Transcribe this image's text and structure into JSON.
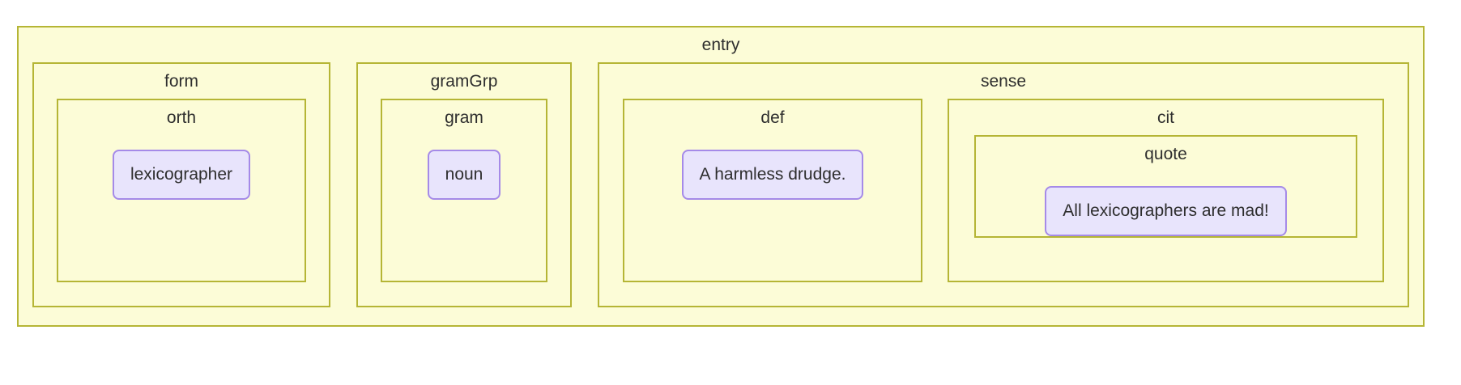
{
  "diagram": {
    "type": "nested-xml-element-tree",
    "root_label": "entry",
    "colors": {
      "node_border": "#b5b535",
      "node_fill": "#fcfcd7",
      "leaf_border": "#a58ae8",
      "leaf_fill": "#e8e4fc",
      "text": "#2e2e2e",
      "canvas": "#ffffff"
    }
  },
  "entry": {
    "label": "entry",
    "form": {
      "label": "form",
      "orth": {
        "label": "orth",
        "value": "lexicographer"
      }
    },
    "gramGrp": {
      "label": "gramGrp",
      "gram": {
        "label": "gram",
        "value": "noun"
      }
    },
    "sense": {
      "label": "sense",
      "def": {
        "label": "def",
        "value": "A harmless drudge."
      },
      "cit": {
        "label": "cit",
        "quote": {
          "label": "quote",
          "value": "All lexicographers are mad!"
        }
      }
    }
  }
}
